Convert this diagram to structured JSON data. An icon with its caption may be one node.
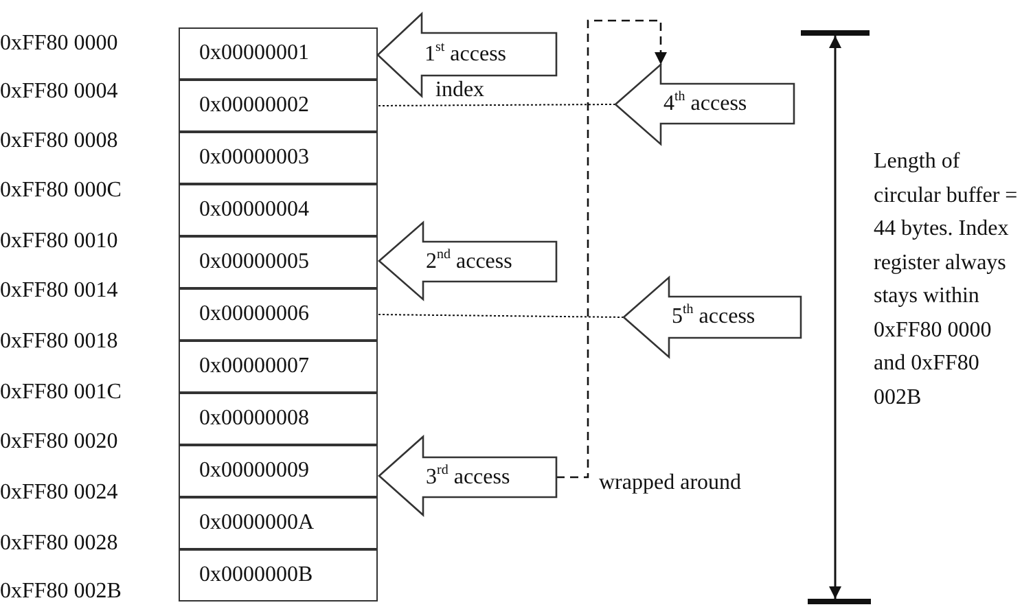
{
  "diagram": {
    "nodes": [
      {
        "text": [
          "0x00000001"
        ]
      },
      {
        "text": [
          "0x00000002"
        ]
      },
      {
        "text": [
          "0x00000003"
        ]
      },
      {
        "text": [
          "0x00000004"
        ]
      },
      {
        "text": [
          "0x00000005"
        ]
      },
      {
        "text": [
          "0x00000006"
        ]
      },
      {
        "text": [
          "0x00000007"
        ]
      },
      {
        "text": [
          "0x00000008"
        ]
      },
      {
        "text": [
          "0x00000009"
        ]
      },
      {
        "text": [
          "0x0000000A"
        ]
      },
      {
        "text": [
          "0x0000000B"
        ]
      },
      {
        "text": [
          "1$^{st}$ access"
        ],
        "beside": [
          "index"
        ]
      },
      {
        "text": [
          "4$^{th}$ access"
        ]
      },
      {
        "text": [
          "2$^{nd}$ access"
        ]
      },
      {
        "text": [
          "5$^{th}$ access"
        ]
      },
      {
        "text": [
          "3$^{rd}$ access"
        ]
      }
    ],
    "edges": [
      {
        "from": 12,
        "to": 1,
        "arrow": "none",
        "style": "dashed"
      },
      {
        "from": 14,
        "to": 5,
        "arrow": "none",
        "style": "dashed"
      },
      {
        "from": 15,
        "to": 12,
        "arrow": "to",
        "style": "dashed",
        "label": "wrapped around"
      }
    ],
    "labels": [
      "0xFF80 0000",
      "0xFF80 0004",
      "0xFF80 0008",
      "0xFF80 000C",
      "0xFF80 0010",
      "0xFF80 0014",
      "0xFF80 0018",
      "0xFF80 001C",
      "0xFF80 0020",
      "0xFF80 0024",
      "0xFF80 0028",
      "0xFF80 002B",
      "Length of circular buffer = 44 bytes. Index register always stays within 0xFF80 0000 and 0xFF80 002B"
    ]
  }
}
